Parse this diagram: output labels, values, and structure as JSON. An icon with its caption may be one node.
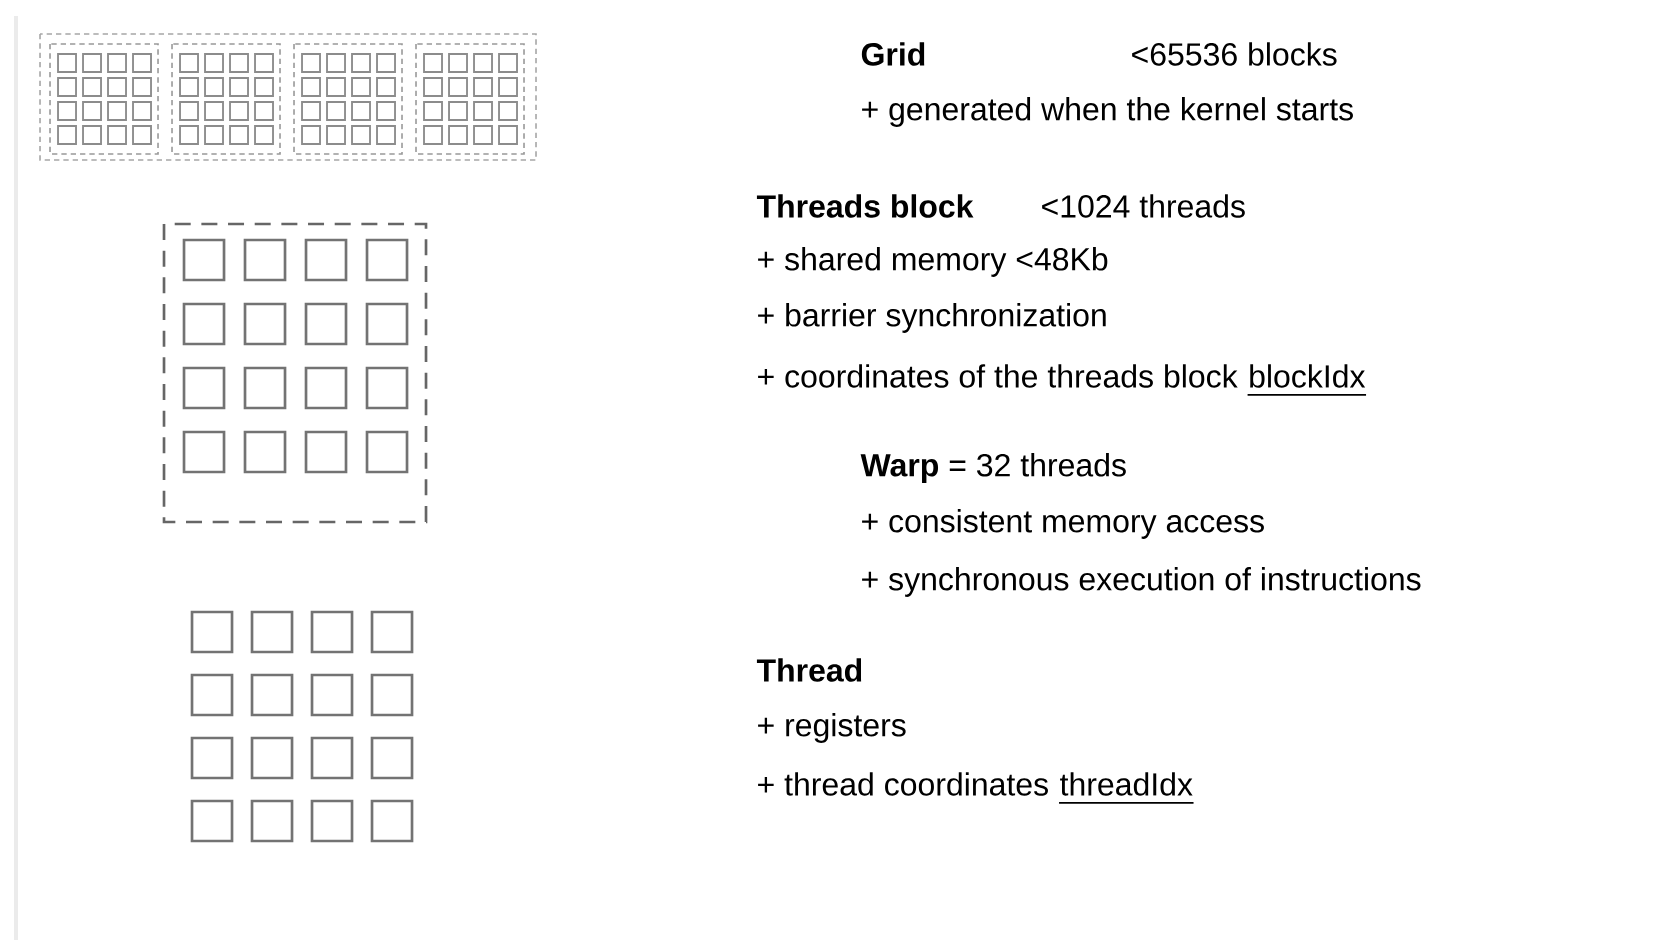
{
  "diagram": {
    "labels": [
      "Grid",
      "<65536 blocks",
      "+ generated when the kernel starts",
      "Threads block",
      "<1024 threads",
      "+ shared memory <48Kb",
      "+ barrier synchronization",
      "+ coordinates of the threads block",
      "blockIdx",
      "**Warp** = 32 threads",
      "+ consistent memory access",
      "+ synchronous execution of instructions",
      "Thread",
      "+ registers",
      "+ thread coordinates",
      "threadIdx"
    ]
  }
}
